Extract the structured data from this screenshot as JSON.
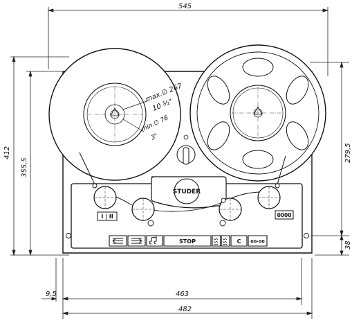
{
  "dimensions": {
    "overall_width": "545",
    "front_panel_width": "482",
    "panel_inner_width": "463",
    "side_offset": "9,5",
    "overall_height": "412",
    "upper_height": "355,5",
    "reel_area_height": "279,5",
    "base_height": "38"
  },
  "reel_annotations": {
    "max_label": "max.∅ 267",
    "max_inch": "10 ½\"",
    "min_label": "min.∅ 76",
    "min_inch": "3\""
  },
  "controls": {
    "brand_label": "STUDER",
    "stop_label": "STOP",
    "c_label": "C",
    "counter_main": "00·00",
    "counter_small": "0000",
    "speed_selector": "I | II"
  }
}
